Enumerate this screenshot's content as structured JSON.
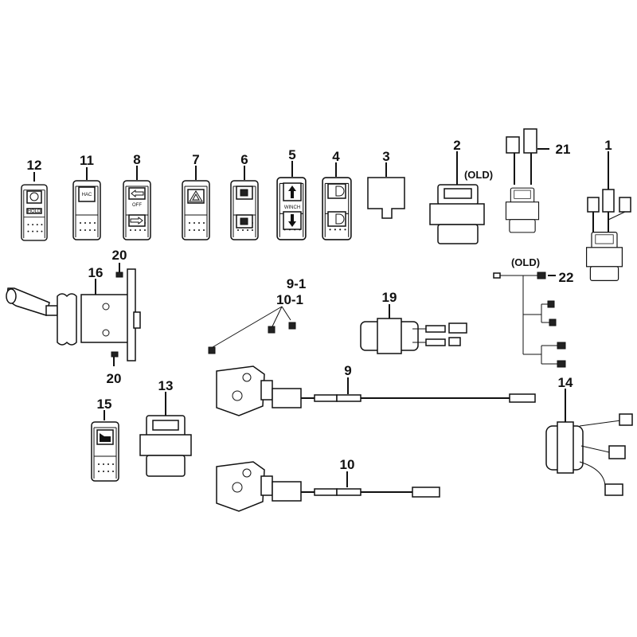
{
  "callouts": {
    "p12": "12",
    "p11": "11",
    "p8": "8",
    "p7": "7",
    "p6": "6",
    "p5": "5",
    "p4": "4",
    "p3": "3",
    "p2": "2",
    "p21": "21",
    "p1": "1",
    "p20a": "20",
    "p20b": "20",
    "p16": "16",
    "p9_1": "9-1",
    "p10_1": "10-1",
    "p19": "19",
    "p22": "22",
    "p9": "9",
    "p14": "14",
    "p15": "15",
    "p13": "13",
    "p10": "10"
  },
  "notes": {
    "old_2": "(OLD)",
    "old_22": "(OLD)"
  },
  "switch_text": {
    "hold": "HOLD",
    "hac": "HAC",
    "off": "OFF",
    "winch": "WINCH"
  }
}
